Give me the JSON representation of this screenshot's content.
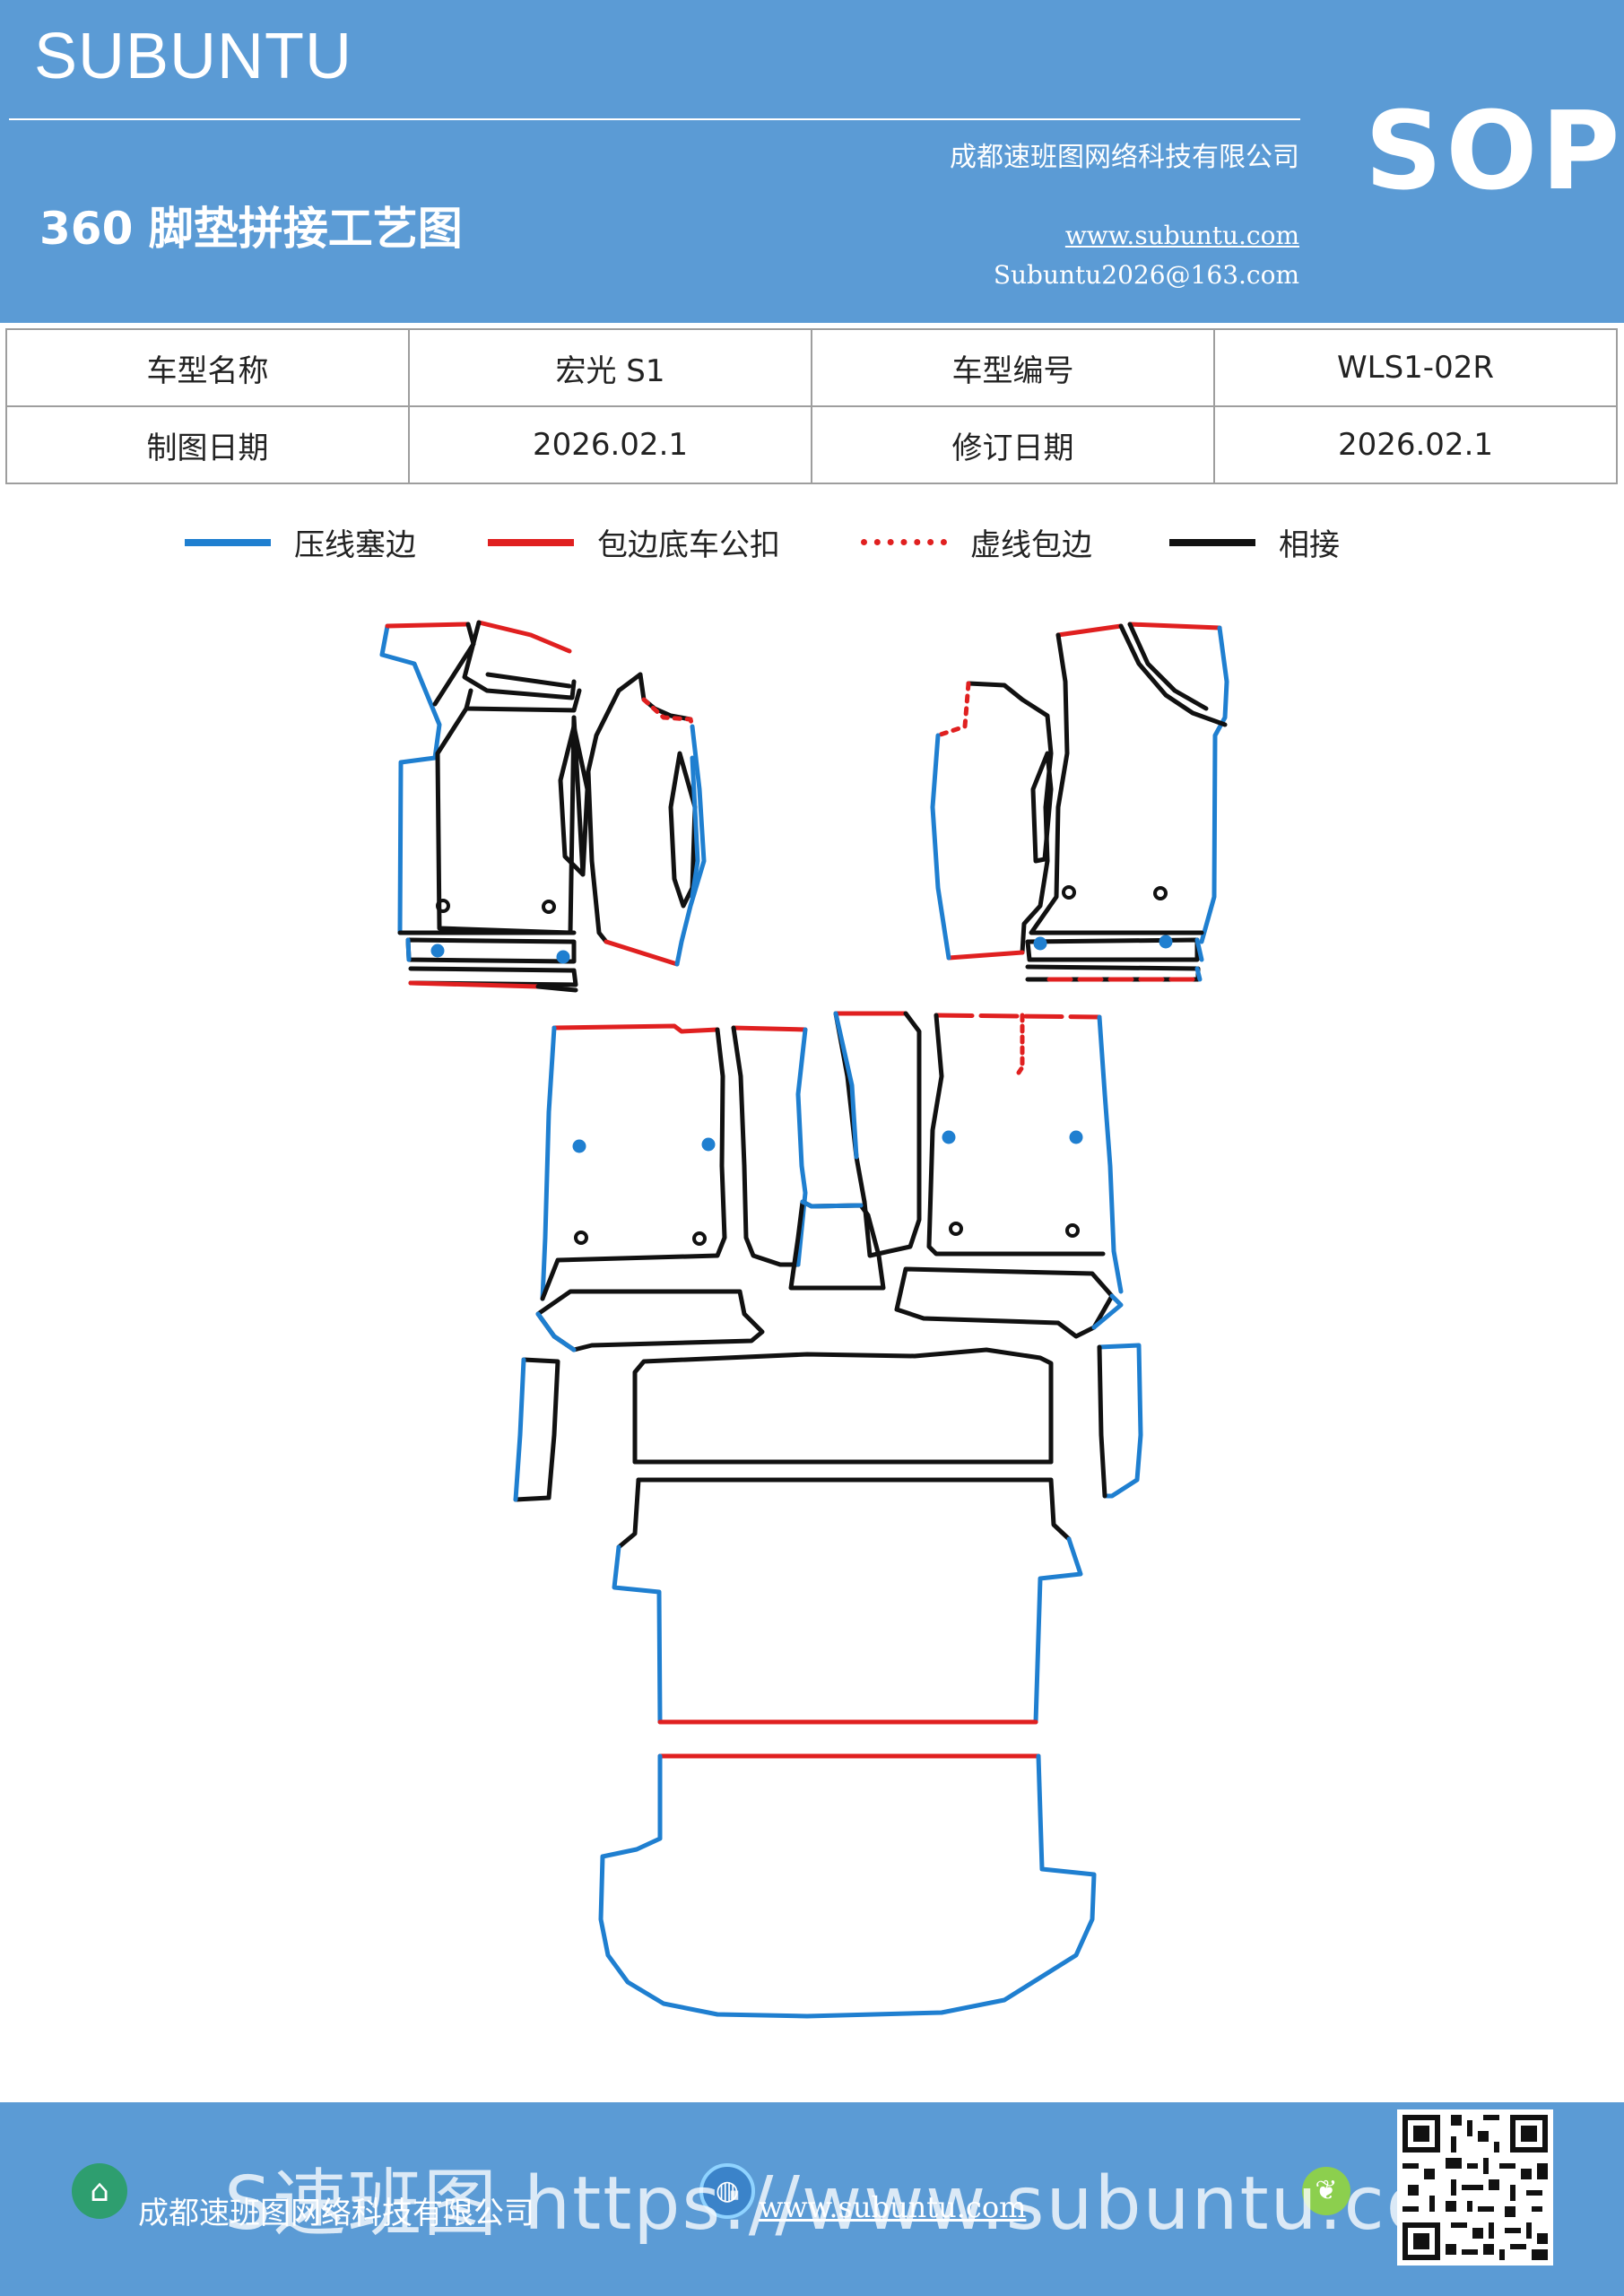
{
  "header": {
    "brand": "SUBUNTU",
    "company": "成都速班图网络科技有限公司",
    "badge": "SOP",
    "title": "360 脚垫拼接工艺图",
    "website": "www.subuntu.com",
    "email": "Subuntu2026@163.com"
  },
  "info_table": {
    "rows": [
      [
        "车型名称",
        "宏光 S1",
        "车型编号",
        "WLS1-02R"
      ],
      [
        "制图日期",
        "2026.02.1",
        "修订日期",
        "2026.02.1"
      ]
    ]
  },
  "legend": [
    {
      "label": "压线塞边",
      "color": "#1f7fd0",
      "style": "solid"
    },
    {
      "label": "包边底车公扣",
      "color": "#e02020",
      "style": "solid"
    },
    {
      "label": "虚线包边",
      "color": "#e02020",
      "style": "dotted"
    },
    {
      "label": "相接",
      "color": "#111111",
      "style": "solid"
    }
  ],
  "colors": {
    "header_bg": "#5b9bd5",
    "blue_line": "#1f7fd0",
    "red_line": "#e02020",
    "black_line": "#111111"
  },
  "footer": {
    "company": "成都速班图网络科技有限公司",
    "website": "www.subuntu.com",
    "watermark": "S速班图 https://www.subuntu.com",
    "left_icon": "building-icon",
    "globe_icon": "globe-icon",
    "right_icon": "leaf-icon",
    "qr_icon": "qr-code-icon"
  }
}
